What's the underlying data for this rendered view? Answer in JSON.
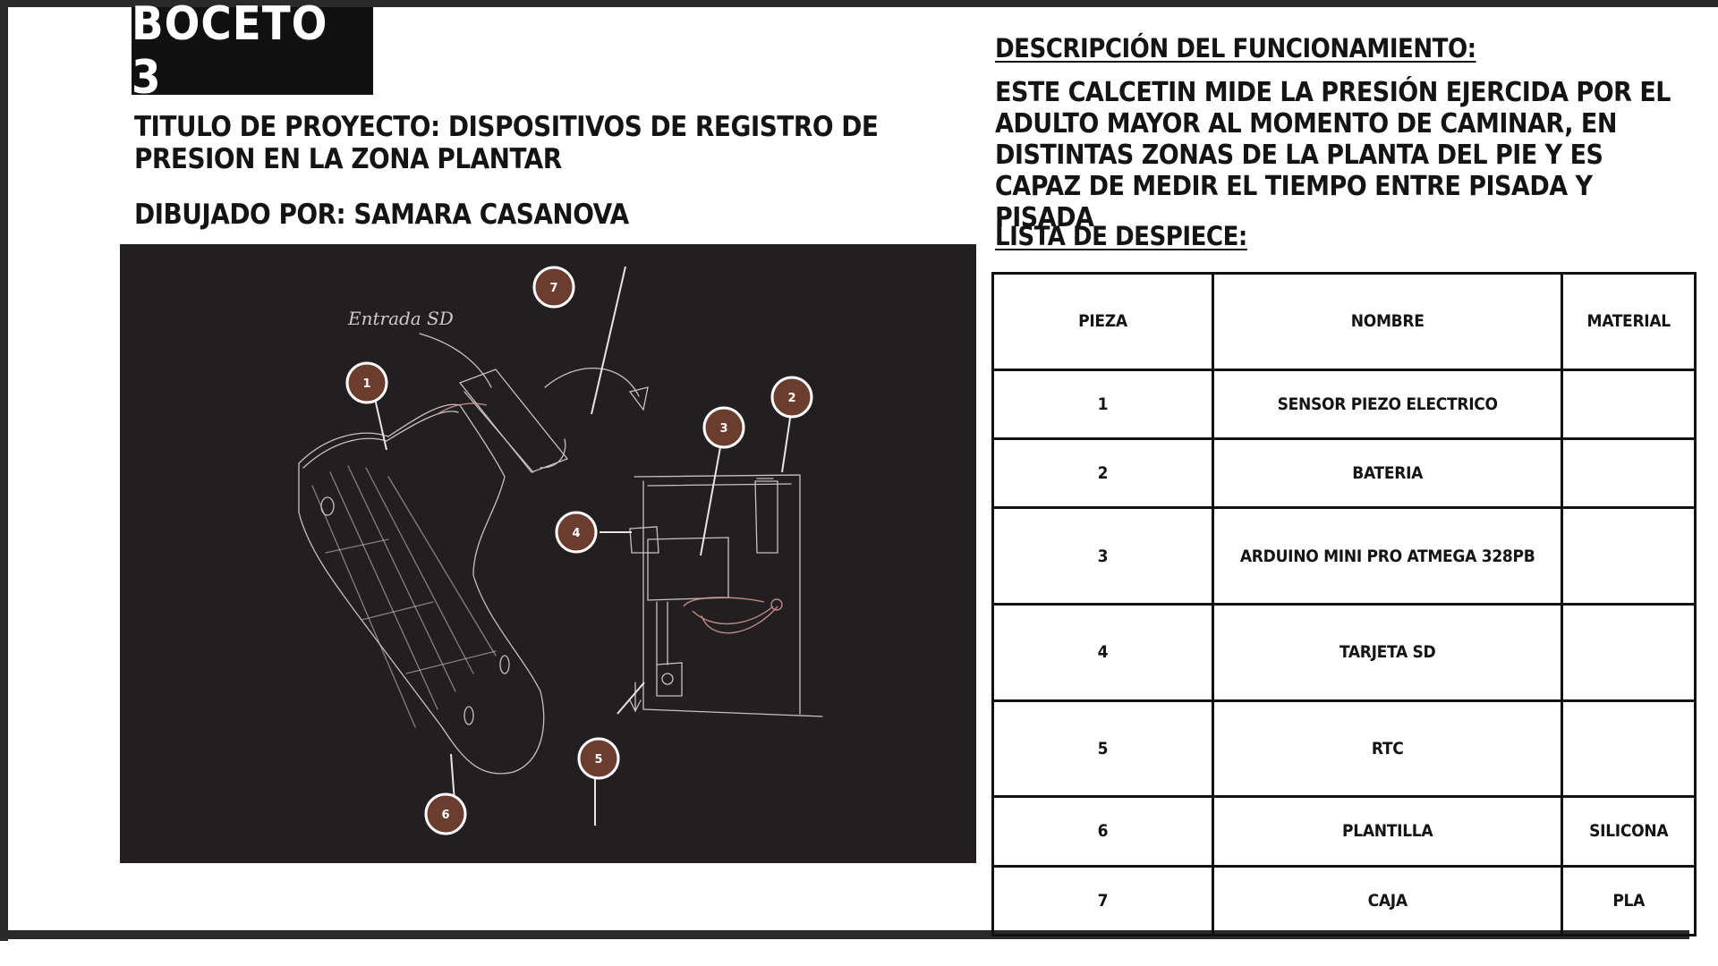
{
  "title": "BOCETO 3",
  "project_title": "TITULO DE PROYECTO: DISPOSITIVOS DE REGISTRO DE PRESION EN LA ZONA PLANTAR",
  "drawn_by": "DIBUJADO POR: SAMARA CASANOVA",
  "description": {
    "heading": "DESCRIPCIÓN DEL FUNCIONAMIENTO:",
    "text": "ESTE CALCETIN MIDE LA PRESIÓN EJERCIDA POR EL ADULTO MAYOR AL MOMENTO DE CAMINAR, EN DISTINTAS ZONAS DE LA PLANTA DEL PIE Y ES CAPAZ DE MEDIR EL TIEMPO ENTRE PISADA Y PISADA"
  },
  "parts_list": {
    "heading": "LISTA DE DESPIECE:",
    "columns": [
      "PIEZA",
      "NOMBRE",
      "MATERIAL"
    ],
    "rows": [
      {
        "piece": "1",
        "name": "SENSOR PIEZO ELECTRICO",
        "material": ""
      },
      {
        "piece": "2",
        "name": "BATERIA",
        "material": ""
      },
      {
        "piece": "3",
        "name": "ARDUINO MINI PRO ATMEGA 328PB",
        "material": ""
      },
      {
        "piece": "4",
        "name": "TARJETA SD",
        "material": ""
      },
      {
        "piece": "5",
        "name": "RTC",
        "material": ""
      },
      {
        "piece": "6",
        "name": "PLANTILLA",
        "material": "SILICONA"
      },
      {
        "piece": "7",
        "name": "CAJA",
        "material": "PLA"
      }
    ]
  },
  "sketch": {
    "handwritten_note": "Entrada SD",
    "markers": [
      "1",
      "2",
      "3",
      "4",
      "5",
      "6",
      "7"
    ],
    "marker_color": "#6b3d2e",
    "background_color": "#231f20"
  }
}
